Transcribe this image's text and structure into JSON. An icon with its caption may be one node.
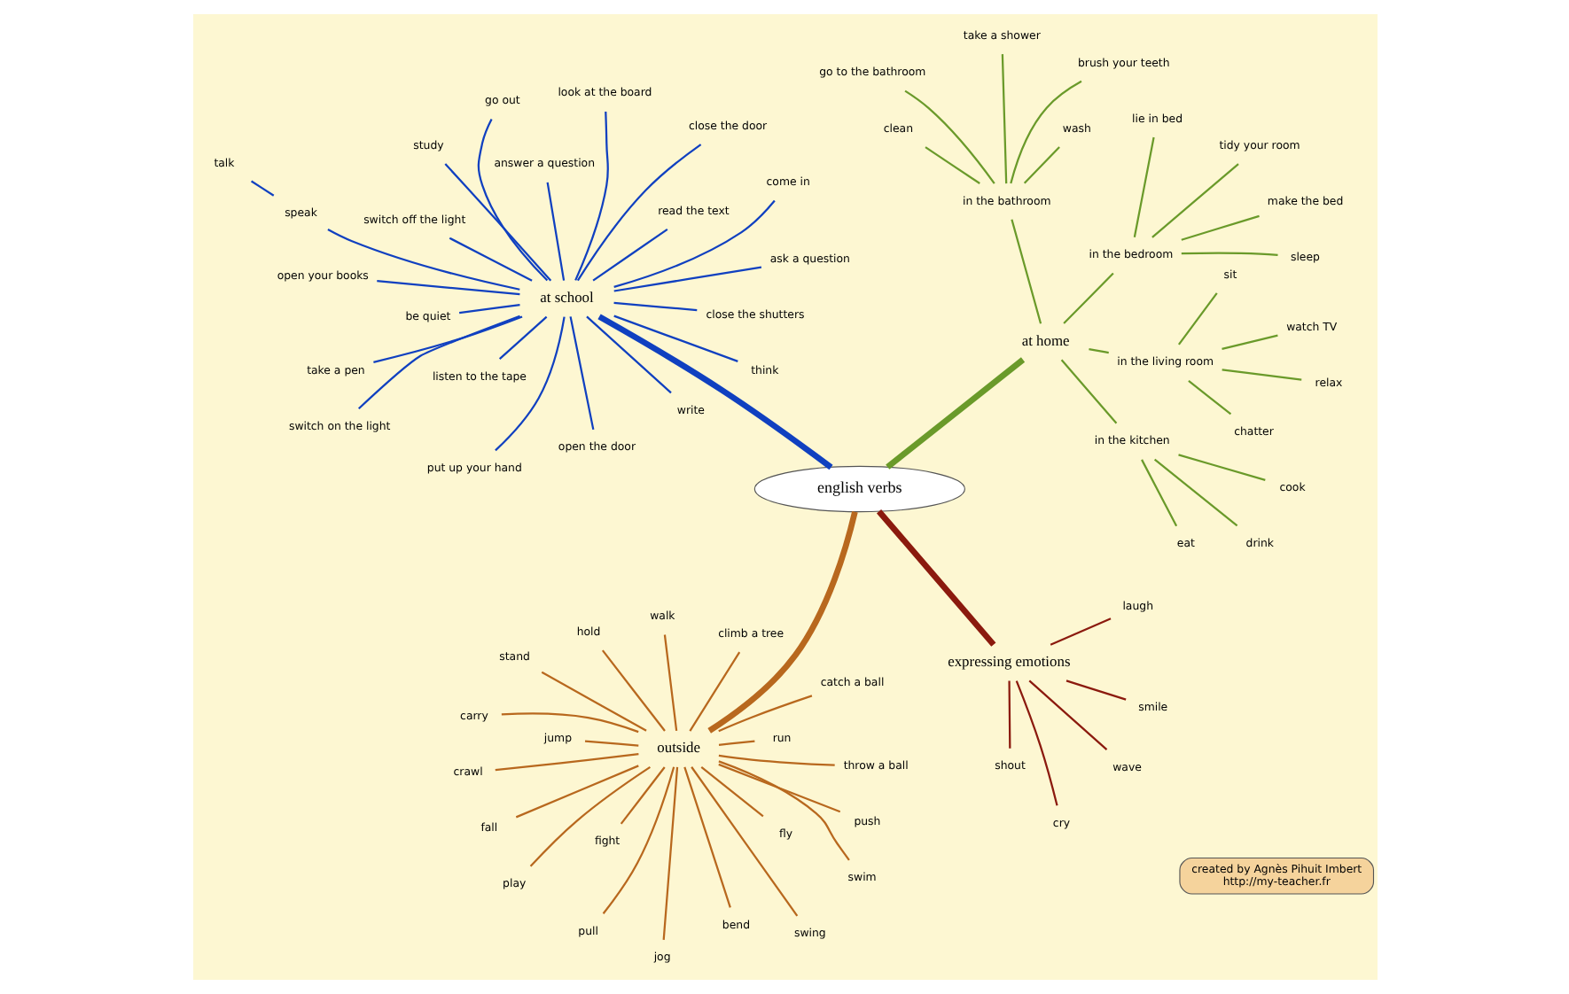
{
  "diagram": {
    "nodes": [
      {
        "text": [
          "english verbs"
        ]
      },
      {
        "text": [
          "outside"
        ]
      },
      {
        "text": [
          "jog"
        ]
      },
      {
        "text": [
          "walk"
        ]
      },
      {
        "text": [
          "run"
        ]
      },
      {
        "text": [
          "jump"
        ]
      },
      {
        "text": [
          "play"
        ]
      },
      {
        "text": [
          "push"
        ]
      },
      {
        "text": [
          "pull"
        ]
      },
      {
        "text": [
          "swing"
        ]
      },
      {
        "text": [
          "bend"
        ]
      },
      {
        "text": [
          "crawl"
        ]
      },
      {
        "text": [
          "throw a ball"
        ]
      },
      {
        "text": [
          "catch a ball"
        ]
      },
      {
        "text": [
          "climb a tree"
        ]
      },
      {
        "text": [
          "fly"
        ]
      },
      {
        "text": [
          "swim"
        ]
      },
      {
        "text": [
          "stand"
        ]
      },
      {
        "text": [
          "carry"
        ]
      },
      {
        "text": [
          "hold"
        ]
      },
      {
        "text": [
          "fight"
        ]
      },
      {
        "text": [
          "fall"
        ]
      },
      {
        "text": [
          "at school"
        ]
      },
      {
        "text": [
          "close the door"
        ]
      },
      {
        "text": [
          "go out"
        ]
      },
      {
        "text": [
          "open the door"
        ]
      },
      {
        "text": [
          "come in"
        ]
      },
      {
        "text": [
          "be quiet"
        ]
      },
      {
        "text": [
          "put up your hand"
        ]
      },
      {
        "text": [
          "think"
        ]
      },
      {
        "text": [
          "answer a question"
        ]
      },
      {
        "text": [
          "close the shutters"
        ]
      },
      {
        "text": [
          "switch on the light"
        ]
      },
      {
        "text": [
          "switch off the light"
        ]
      },
      {
        "text": [
          "read the text"
        ]
      },
      {
        "text": [
          "write"
        ]
      },
      {
        "text": [
          "listen to the tape"
        ]
      },
      {
        "text": [
          "look at the board"
        ]
      },
      {
        "text": [
          "open your books"
        ]
      },
      {
        "text": [
          "take a pen"
        ]
      },
      {
        "text": [
          "study"
        ]
      },
      {
        "text": [
          "speak"
        ]
      },
      {
        "text": [
          "talk"
        ]
      },
      {
        "text": [
          "ask a question"
        ]
      },
      {
        "text": [
          "at home"
        ]
      },
      {
        "text": [
          "in the kitchen"
        ]
      },
      {
        "text": [
          "drink"
        ]
      },
      {
        "text": [
          "eat"
        ]
      },
      {
        "text": [
          "cook"
        ]
      },
      {
        "text": [
          "in the bedroom"
        ]
      },
      {
        "text": [
          "lie in bed"
        ]
      },
      {
        "text": [
          "sleep"
        ]
      },
      {
        "text": [
          "make the bed"
        ]
      },
      {
        "text": [
          "tidy your room"
        ]
      },
      {
        "text": [
          "in the bathroom"
        ]
      },
      {
        "text": [
          "wash"
        ]
      },
      {
        "text": [
          "clean"
        ]
      },
      {
        "text": [
          "take a shower"
        ]
      },
      {
        "text": [
          "brush your teeth"
        ]
      },
      {
        "text": [
          "go to the bathroom"
        ]
      },
      {
        "text": [
          "in the living room"
        ]
      },
      {
        "text": [
          "watch TV"
        ]
      },
      {
        "text": [
          "sit"
        ]
      },
      {
        "text": [
          "relax"
        ]
      },
      {
        "text": [
          "chatter"
        ]
      },
      {
        "text": [
          "expressing emotions"
        ]
      },
      {
        "text": [
          "laugh"
        ]
      },
      {
        "text": [
          "smile"
        ]
      },
      {
        "text": [
          "wave"
        ]
      },
      {
        "text": [
          "shout"
        ]
      },
      {
        "text": [
          "cry"
        ]
      },
      {
        "text": [
          "created by Agnès Pihuit Imbert",
          "http://my-teacher.fr"
        ]
      }
    ],
    "edges": [
      {
        "from": 0,
        "to": 1,
        "arrow": "none",
        "style": "thick",
        "color": "#b8681e"
      },
      {
        "from": 1,
        "to": 2,
        "arrow": "none",
        "color": "#b8681e"
      },
      {
        "from": 1,
        "to": 3,
        "arrow": "none",
        "color": "#b8681e"
      },
      {
        "from": 1,
        "to": 4,
        "arrow": "none",
        "color": "#b8681e"
      },
      {
        "from": 1,
        "to": 5,
        "arrow": "none",
        "color": "#b8681e"
      },
      {
        "from": 1,
        "to": 6,
        "arrow": "none",
        "color": "#b8681e"
      },
      {
        "from": 1,
        "to": 7,
        "arrow": "none",
        "color": "#b8681e"
      },
      {
        "from": 1,
        "to": 8,
        "arrow": "none",
        "color": "#b8681e"
      },
      {
        "from": 1,
        "to": 9,
        "arrow": "none",
        "color": "#b8681e"
      },
      {
        "from": 1,
        "to": 10,
        "arrow": "none",
        "color": "#b8681e"
      },
      {
        "from": 1,
        "to": 11,
        "arrow": "none",
        "color": "#b8681e"
      },
      {
        "from": 1,
        "to": 12,
        "arrow": "none",
        "color": "#b8681e"
      },
      {
        "from": 1,
        "to": 13,
        "arrow": "none",
        "color": "#b8681e"
      },
      {
        "from": 1,
        "to": 14,
        "arrow": "none",
        "color": "#b8681e"
      },
      {
        "from": 1,
        "to": 15,
        "arrow": "none",
        "color": "#b8681e"
      },
      {
        "from": 1,
        "to": 16,
        "arrow": "none",
        "color": "#b8681e"
      },
      {
        "from": 1,
        "to": 17,
        "arrow": "none",
        "color": "#b8681e"
      },
      {
        "from": 1,
        "to": 18,
        "arrow": "none",
        "color": "#b8681e"
      },
      {
        "from": 1,
        "to": 19,
        "arrow": "none",
        "color": "#b8681e"
      },
      {
        "from": 1,
        "to": 20,
        "arrow": "none",
        "color": "#b8681e"
      },
      {
        "from": 1,
        "to": 21,
        "arrow": "none",
        "color": "#b8681e"
      },
      {
        "from": 0,
        "to": 22,
        "arrow": "none",
        "style": "thick",
        "color": "#1040c0"
      },
      {
        "from": 22,
        "to": 23,
        "arrow": "none",
        "color": "#1040c0"
      },
      {
        "from": 22,
        "to": 24,
        "arrow": "none",
        "color": "#1040c0"
      },
      {
        "from": 22,
        "to": 25,
        "arrow": "none",
        "color": "#1040c0"
      },
      {
        "from": 22,
        "to": 26,
        "arrow": "none",
        "color": "#1040c0"
      },
      {
        "from": 22,
        "to": 27,
        "arrow": "none",
        "color": "#1040c0"
      },
      {
        "from": 22,
        "to": 28,
        "arrow": "none",
        "color": "#1040c0"
      },
      {
        "from": 22,
        "to": 29,
        "arrow": "none",
        "color": "#1040c0"
      },
      {
        "from": 22,
        "to": 30,
        "arrow": "none",
        "color": "#1040c0"
      },
      {
        "from": 22,
        "to": 31,
        "arrow": "none",
        "color": "#1040c0"
      },
      {
        "from": 22,
        "to": 32,
        "arrow": "none",
        "color": "#1040c0"
      },
      {
        "from": 22,
        "to": 33,
        "arrow": "none",
        "color": "#1040c0"
      },
      {
        "from": 22,
        "to": 34,
        "arrow": "none",
        "color": "#1040c0"
      },
      {
        "from": 22,
        "to": 35,
        "arrow": "none",
        "color": "#1040c0"
      },
      {
        "from": 22,
        "to": 36,
        "arrow": "none",
        "color": "#1040c0"
      },
      {
        "from": 22,
        "to": 37,
        "arrow": "none",
        "color": "#1040c0"
      },
      {
        "from": 22,
        "to": 38,
        "arrow": "none",
        "color": "#1040c0"
      },
      {
        "from": 22,
        "to": 39,
        "arrow": "none",
        "color": "#1040c0"
      },
      {
        "from": 22,
        "to": 40,
        "arrow": "none",
        "color": "#1040c0"
      },
      {
        "from": 22,
        "to": 41,
        "arrow": "none",
        "color": "#1040c0"
      },
      {
        "from": 41,
        "to": 42,
        "arrow": "none",
        "color": "#1040c0"
      },
      {
        "from": 22,
        "to": 43,
        "arrow": "none",
        "color": "#1040c0"
      },
      {
        "from": 0,
        "to": 44,
        "arrow": "none",
        "style": "thick",
        "color": "#6a9a2a"
      },
      {
        "from": 44,
        "to": 45,
        "arrow": "none",
        "color": "#6a9a2a"
      },
      {
        "from": 45,
        "to": 46,
        "arrow": "none",
        "color": "#6a9a2a"
      },
      {
        "from": 45,
        "to": 47,
        "arrow": "none",
        "color": "#6a9a2a"
      },
      {
        "from": 45,
        "to": 48,
        "arrow": "none",
        "color": "#6a9a2a"
      },
      {
        "from": 44,
        "to": 49,
        "arrow": "none",
        "color": "#6a9a2a"
      },
      {
        "from": 49,
        "to": 50,
        "arrow": "none",
        "color": "#6a9a2a"
      },
      {
        "from": 49,
        "to": 51,
        "arrow": "none",
        "color": "#6a9a2a"
      },
      {
        "from": 49,
        "to": 52,
        "arrow": "none",
        "color": "#6a9a2a"
      },
      {
        "from": 49,
        "to": 53,
        "arrow": "none",
        "color": "#6a9a2a"
      },
      {
        "from": 44,
        "to": 54,
        "arrow": "none",
        "color": "#6a9a2a"
      },
      {
        "from": 54,
        "to": 55,
        "arrow": "none",
        "color": "#6a9a2a"
      },
      {
        "from": 54,
        "to": 56,
        "arrow": "none",
        "color": "#6a9a2a"
      },
      {
        "from": 54,
        "to": 57,
        "arrow": "none",
        "color": "#6a9a2a"
      },
      {
        "from": 54,
        "to": 58,
        "arrow": "none",
        "color": "#6a9a2a"
      },
      {
        "from": 54,
        "to": 59,
        "arrow": "none",
        "color": "#6a9a2a"
      },
      {
        "from": 44,
        "to": 60,
        "arrow": "none",
        "color": "#6a9a2a"
      },
      {
        "from": 60,
        "to": 61,
        "arrow": "none",
        "color": "#6a9a2a"
      },
      {
        "from": 60,
        "to": 62,
        "arrow": "none",
        "color": "#6a9a2a"
      },
      {
        "from": 60,
        "to": 63,
        "arrow": "none",
        "color": "#6a9a2a"
      },
      {
        "from": 60,
        "to": 64,
        "arrow": "none",
        "color": "#6a9a2a"
      },
      {
        "from": 0,
        "to": 65,
        "arrow": "none",
        "style": "thick",
        "color": "#8b1a0e"
      },
      {
        "from": 65,
        "to": 66,
        "arrow": "none",
        "color": "#8b1a0e"
      },
      {
        "from": 65,
        "to": 67,
        "arrow": "none",
        "color": "#8b1a0e"
      },
      {
        "from": 65,
        "to": 68,
        "arrow": "none",
        "color": "#8b1a0e"
      },
      {
        "from": 65,
        "to": 69,
        "arrow": "none",
        "color": "#8b1a0e"
      },
      {
        "from": 65,
        "to": 70,
        "arrow": "none",
        "color": "#8b1a0e"
      }
    ]
  }
}
